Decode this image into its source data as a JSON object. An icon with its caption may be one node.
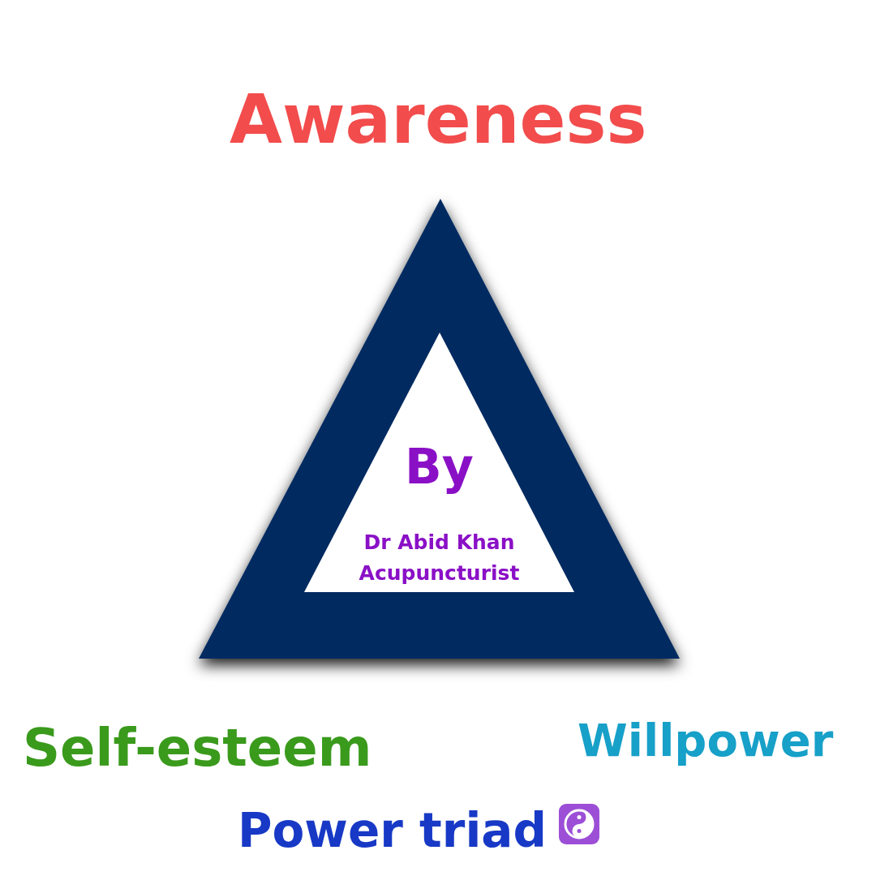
{
  "diagram": {
    "caption": "Power triad",
    "nodes": [
      {
        "text": [],
        "shape": "triangle"
      },
      {
        "text": [
          "By",
          "Dr Abid Khan Acupuncturist"
        ],
        "in": 0
      }
    ],
    "labels": [
      "Awareness",
      "Self-esteem",
      "Willpower"
    ]
  }
}
